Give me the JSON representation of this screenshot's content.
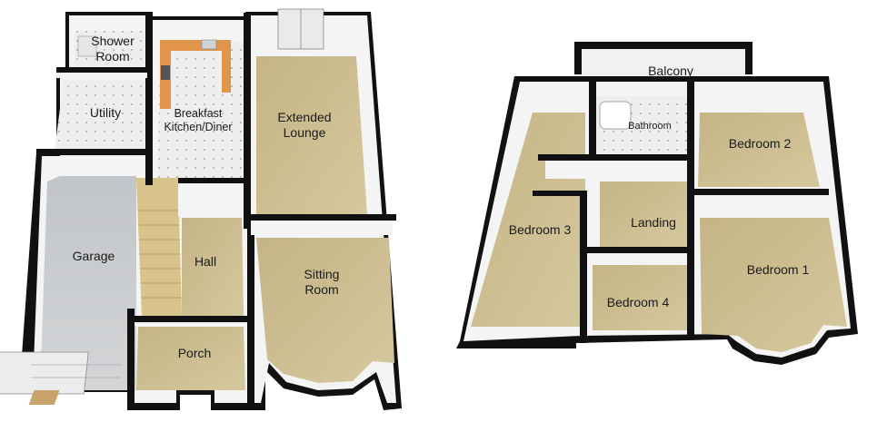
{
  "floors": [
    {
      "rooms": {
        "shower_room": [
          "Shower",
          "Room"
        ],
        "utility": [
          "Utility"
        ],
        "breakfast_kitchen": [
          "Breakfast",
          "Kitchen/Diner"
        ],
        "extended_lounge": [
          "Extended",
          "Lounge"
        ],
        "garage": [
          "Garage"
        ],
        "hall": [
          "Hall"
        ],
        "sitting_room": [
          "Sitting",
          "Room"
        ],
        "porch": [
          "Porch"
        ]
      }
    },
    {
      "rooms": {
        "balcony": [
          "Balcony"
        ],
        "bathroom": [
          "Bathroom"
        ],
        "bedroom_2": [
          "Bedroom 2"
        ],
        "landing": [
          "Landing"
        ],
        "bedroom_3": [
          "Bedroom 3"
        ],
        "bedroom_1": [
          "Bedroom 1"
        ],
        "bedroom_4": [
          "Bedroom 4"
        ]
      }
    }
  ],
  "colors": {
    "wall": "#111111",
    "wall_face": "#f4f4f4",
    "wall_shadow": "#d9d9d9",
    "carpet": "#cbbd91",
    "tile": "#eeeeee",
    "garage_floor": "#c9cbce",
    "stairs": "#d8c48a",
    "window": "#c7d9dc",
    "worktop": "#e0954a"
  }
}
